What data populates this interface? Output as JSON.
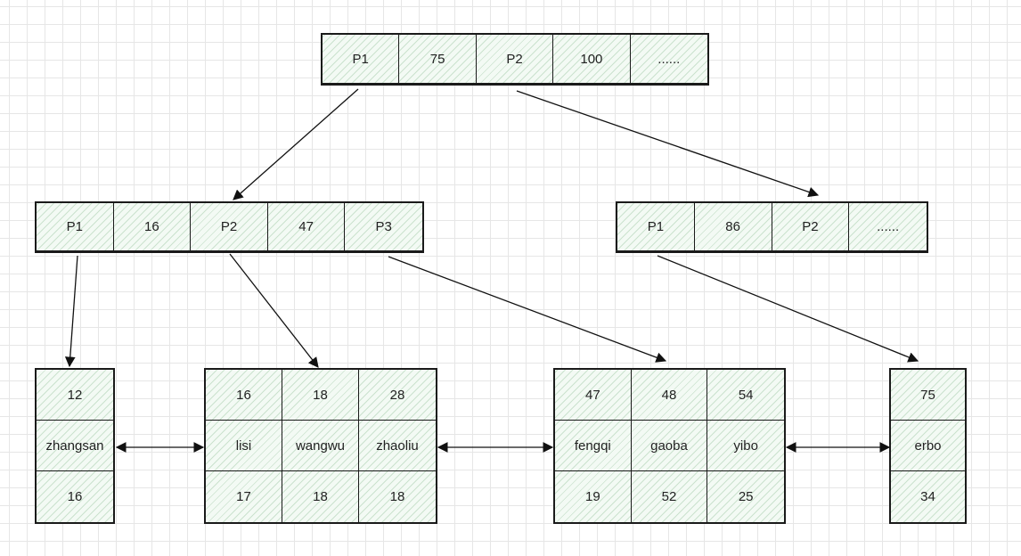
{
  "root": {
    "cells": [
      "P1",
      "75",
      "P2",
      "100",
      "......"
    ]
  },
  "level2": [
    {
      "id": "left",
      "cells": [
        "P1",
        "16",
        "P2",
        "47",
        "P3"
      ]
    },
    {
      "id": "right",
      "cells": [
        "P1",
        "86",
        "P2",
        "......"
      ]
    }
  ],
  "leaves": [
    {
      "id": "leaf1",
      "rows": [
        [
          "12"
        ],
        [
          "zhangsan"
        ],
        [
          "16"
        ]
      ]
    },
    {
      "id": "leaf2",
      "rows": [
        [
          "16",
          "18",
          "28"
        ],
        [
          "lisi",
          "wangwu",
          "zhaoliu"
        ],
        [
          "17",
          "18",
          "18"
        ]
      ]
    },
    {
      "id": "leaf3",
      "rows": [
        [
          "47",
          "48",
          "54"
        ],
        [
          "fengqi",
          "gaoba",
          "yibo"
        ],
        [
          "19",
          "52",
          "25"
        ]
      ]
    },
    {
      "id": "leaf4",
      "rows": [
        [
          "75"
        ],
        [
          "erbo"
        ],
        [
          "34"
        ]
      ]
    }
  ]
}
